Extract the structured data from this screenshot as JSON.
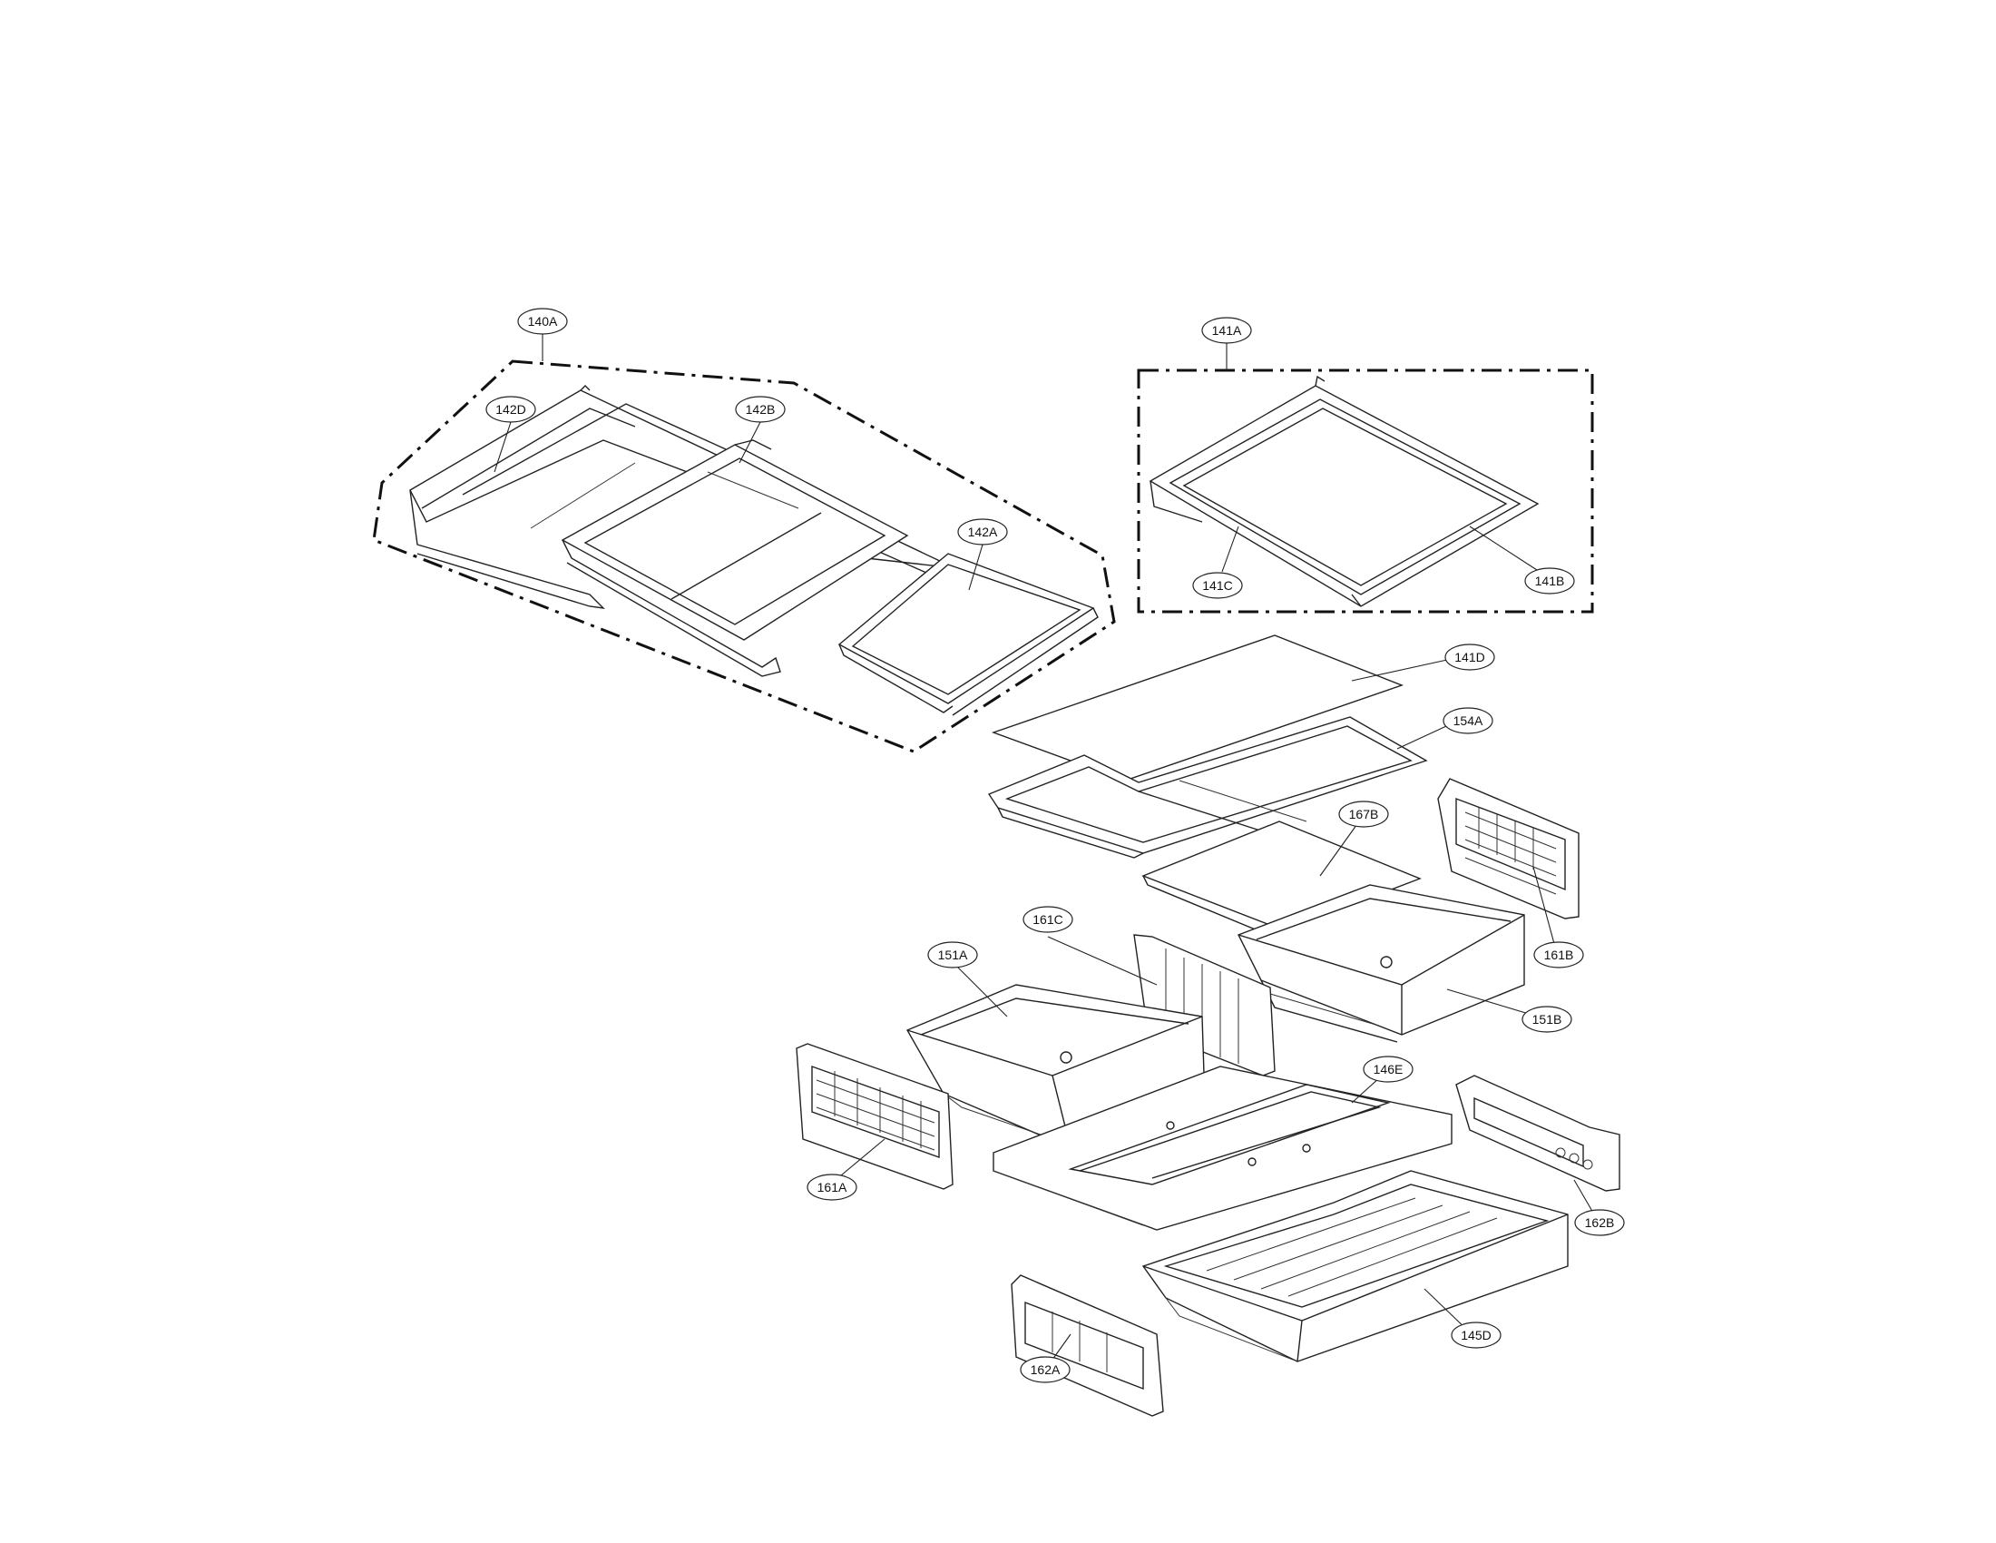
{
  "diagram": {
    "callouts": {
      "c140A": "140A",
      "c142D": "142D",
      "c142B": "142B",
      "c142A": "142A",
      "c141A": "141A",
      "c141C": "141C",
      "c141B": "141B",
      "c141D": "141D",
      "c154A": "154A",
      "c167B": "167B",
      "c161C": "161C",
      "c151A": "151A",
      "c161B": "161B",
      "c151B": "151B",
      "c146E": "146E",
      "c161A": "161A",
      "c162B": "162B",
      "c145D": "145D",
      "c162A": "162A"
    }
  }
}
